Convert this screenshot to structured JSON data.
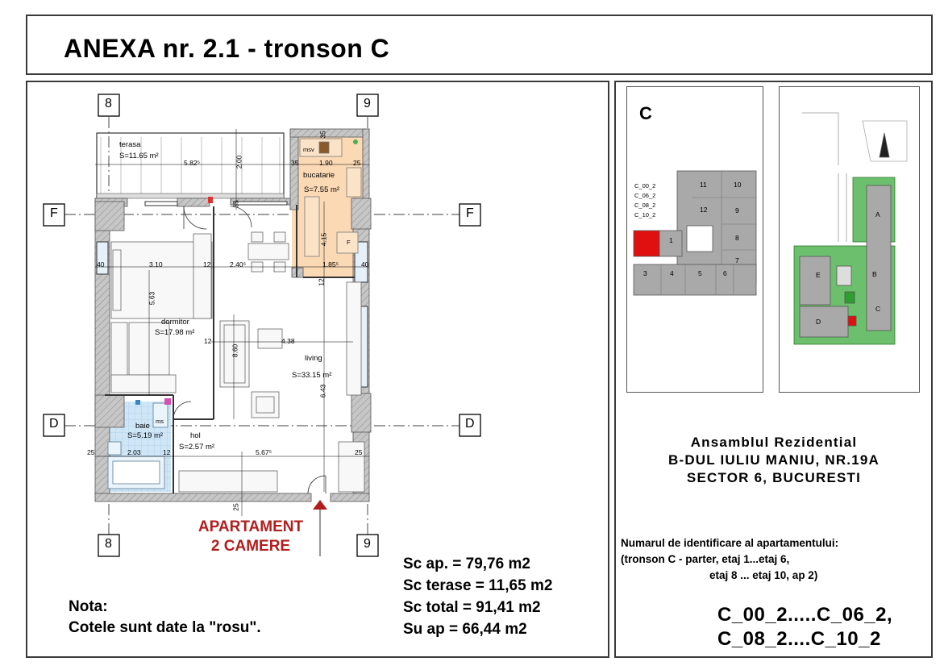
{
  "title": "ANEXA nr. 2.1 - tronson C",
  "grid": {
    "axis_8": "8",
    "axis_9": "9",
    "axis_F": "F",
    "axis_D": "D"
  },
  "rooms": {
    "terasa": {
      "name": "terasa",
      "area": "S=11.65 m²"
    },
    "bucatarie": {
      "name": "bucatarie",
      "area": "S=7.55 m²"
    },
    "dormitor": {
      "name": "dormitor",
      "area": "S=17.98 m²"
    },
    "living": {
      "name": "living",
      "area": "S=33.15 m²"
    },
    "baie": {
      "name": "baie",
      "area": "S=5.19 m²"
    },
    "hol": {
      "name": "hol",
      "area": "S=2.57 m²"
    }
  },
  "dims": {
    "d_582": "5.82⁵",
    "d_200": "2.00",
    "d_35a": "35",
    "d_35b": "35",
    "d_35c": "35",
    "d_190": "1.90",
    "d_25a": "25",
    "d_40a": "40",
    "d_310": "3.10",
    "d_12a": "12",
    "d_240": "2.40⁵",
    "d_185": "1.85⁵",
    "d_40b": "40",
    "d_415": "4.15",
    "d_563": "5.63",
    "d_12b": "12",
    "d_12c": "12",
    "d_438": "4.38",
    "d_860": "8.60",
    "d_643": "6.43",
    "d_25b": "25",
    "d_203": "2.03",
    "d_12d": "12",
    "d_567": "5.67⁵",
    "d_25c": "25",
    "d_25d": "25",
    "msv": "msv",
    "mf": "F",
    "mm": "ms"
  },
  "apartment_label": {
    "line1": "APARTAMENT",
    "line2": "2 CAMERE"
  },
  "areas": {
    "sc_ap": "Sc ap. = 79,76 m2",
    "sc_terase": "Sc terase = 11,65 m2",
    "sc_total": "Sc total = 91,41 m2",
    "su_ap": "Su ap = 66,44 m2"
  },
  "nota": {
    "line1": "Nota:",
    "line2": "Cotele sunt date la \"rosu\"."
  },
  "key_plan": {
    "letter": "C",
    "unit_codes": [
      "C_00_2",
      "C_06_2",
      "C_08_2",
      "C_10_2"
    ],
    "units": [
      "11",
      "10",
      "12",
      "9",
      "1",
      "8",
      "7",
      "3",
      "4",
      "5",
      "6"
    ],
    "highlight_color": "#e01010"
  },
  "site_plan": {
    "blocks": [
      "A",
      "B",
      "C",
      "D",
      "E"
    ]
  },
  "address": {
    "line1": "Ansamblul Rezidential",
    "line2": "B-DUL IULIU MANIU, NR.19A",
    "line3": "SECTOR 6, BUCURESTI"
  },
  "identification": {
    "line1": "Numarul de identificare al apartamentului:",
    "line2": "(tronson C -    parter, etaj 1...etaj 6,",
    "line3": "etaj 8 ... etaj 10, ap 2)"
  },
  "codes": {
    "line1": "C_00_2.....C_06_2,",
    "line2": "C_08_2....C_10_2"
  },
  "colors": {
    "kitchen_fill": "#fbd9b5",
    "bath_fill": "#cfe6f7",
    "wall_fill": "#b9b9b9",
    "accent_red": "#b21e1e",
    "site_green": "#5cb85c"
  }
}
